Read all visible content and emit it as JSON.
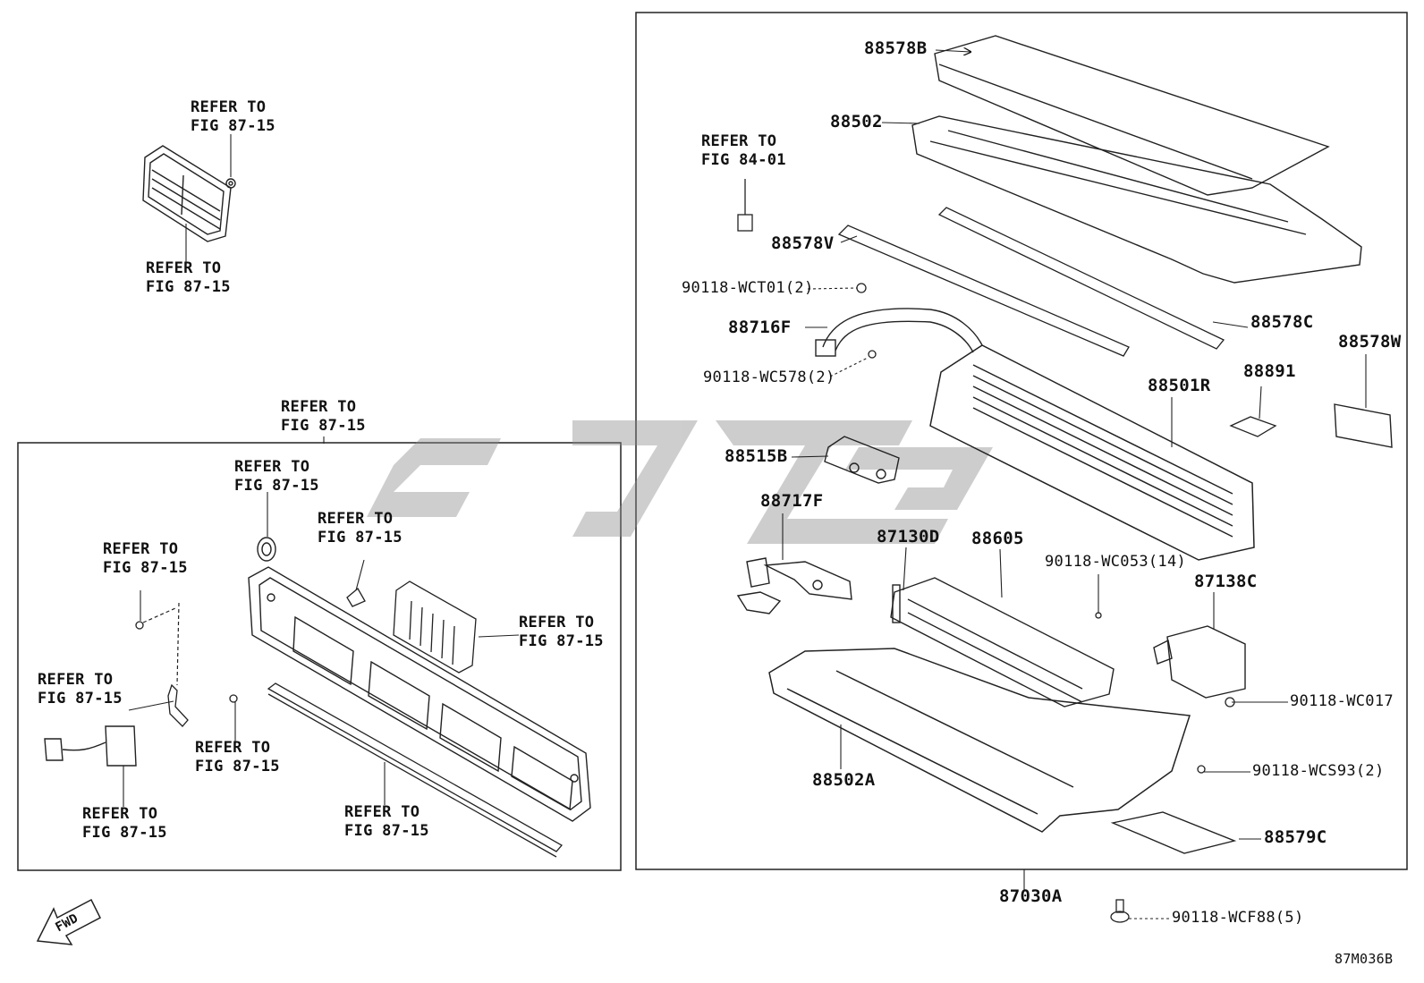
{
  "diagram": {
    "figure_id": "87M036B",
    "fwd_label": "FWD",
    "watermark": "EPC",
    "refs": {
      "r1": [
        "REFER TO",
        "FIG 87-15"
      ],
      "r2": [
        "REFER TO",
        "FIG 87-15"
      ],
      "r3": [
        "REFER TO",
        "FIG 87-15"
      ],
      "r4": [
        "REFER TO",
        "FIG 87-15"
      ],
      "r5": [
        "REFER TO",
        "FIG 87-15"
      ],
      "r6": [
        "REFER TO",
        "FIG 87-15"
      ],
      "r7": [
        "REFER TO",
        "FIG 87-15"
      ],
      "r8": [
        "REFER TO",
        "FIG 87-15"
      ],
      "r9": [
        "REFER TO",
        "FIG 87-15"
      ],
      "r10": [
        "REFER TO",
        "FIG 87-15"
      ],
      "r11": [
        "REFER TO",
        "FIG 87-15"
      ],
      "r12": [
        "REFER TO",
        "FIG 84-01"
      ]
    },
    "parts": {
      "p88578B": "88578B",
      "p88502": "88502",
      "p88578V": "88578V",
      "pWCT01": "90118-WCT01(2)",
      "p88716F": "88716F",
      "pWC578": "90118-WC578(2)",
      "p88578C": "88578C",
      "p88578W": "88578W",
      "p88891": "88891",
      "p88501R": "88501R",
      "p88515B": "88515B",
      "p88717F": "88717F",
      "p87130D": "87130D",
      "p88605": "88605",
      "pWC053": "90118-WC053(14)",
      "p87138C": "87138C",
      "pWC017": "90118-WC017",
      "pWCS93": "90118-WCS93(2)",
      "p88502A": "88502A",
      "p88579C": "88579C",
      "p87030A": "87030A",
      "pWCF88": "90118-WCF88(5)"
    }
  }
}
